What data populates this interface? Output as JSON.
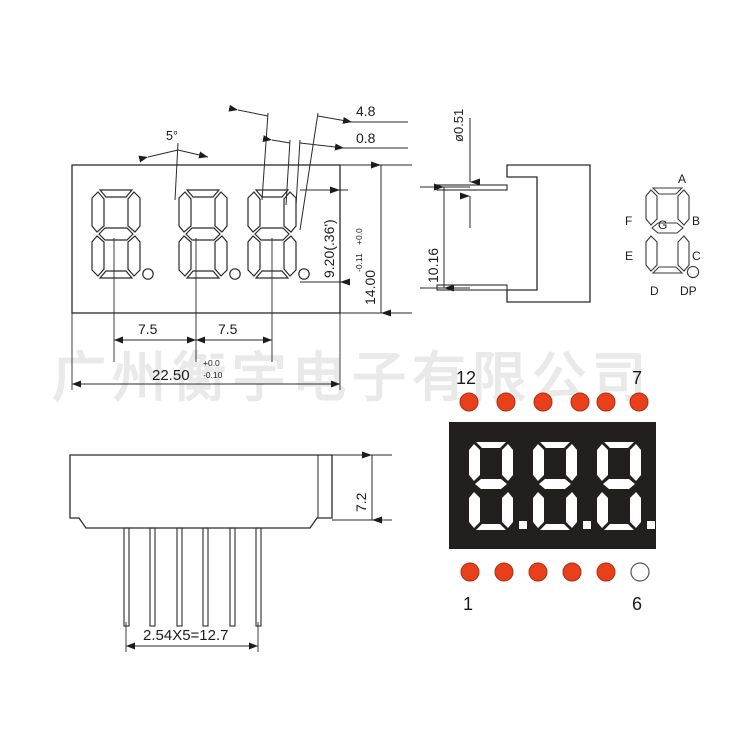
{
  "document": {
    "kind": "mechanical-outline-drawing",
    "subject": "0.36 inch triple-digit 7-segment LED display",
    "watermark": "广州衡宇电子有限公司",
    "background_color": "#ffffff",
    "line_color": "#1c1c1c",
    "led_on_color": "#e8401a",
    "led_off_color": "#ffffff",
    "panel_color": "#231f1e",
    "segment_lit_color": "#ffffff"
  },
  "views": {
    "front": {
      "name": "Front outline view",
      "digit_count": 3,
      "dimensions": {
        "draft_angle": "5°",
        "segment_width_upper": "4.8",
        "segment_width_lower": "0.8",
        "digit_height": "9.20(.36')",
        "body_height": "14.00",
        "body_height_tol_plus": "+0.0",
        "body_height_tol_minus": "-0.11",
        "digit_pitch_1": "7.5",
        "digit_pitch_2": "7.5",
        "body_width": "22.50",
        "body_width_tol_plus": "+0.0",
        "body_width_tol_minus": "-0.10"
      }
    },
    "side_right": {
      "name": "Right side section view",
      "dimensions": {
        "pin_diameter": "ø0.51",
        "pin_span": "10.16"
      }
    },
    "side_bottom": {
      "name": "Bottom side view with leads",
      "pin_count": 6,
      "dimensions": {
        "body_thickness": "7.2",
        "pin_pitch": "2.54X5=12.7"
      }
    },
    "segment_map": {
      "name": "Segment designation diagram",
      "labels": {
        "a": "A",
        "b": "B",
        "c": "C",
        "d": "D",
        "e": "E",
        "f": "F",
        "g": "G",
        "dp": "DP"
      }
    },
    "photo": {
      "name": "Product appearance view",
      "digits": "8.8.8.",
      "top_row_left_pin": "12",
      "top_row_right_pin": "7",
      "bottom_row_left_pin": "1",
      "bottom_row_right_pin": "6",
      "top_row_pins": [
        {
          "index": 12,
          "state": "on"
        },
        {
          "index": 11,
          "state": "on"
        },
        {
          "index": 10,
          "state": "on"
        },
        {
          "index": 9,
          "state": "on"
        },
        {
          "index": 8,
          "state": "on"
        },
        {
          "index": 7,
          "state": "on"
        }
      ],
      "bottom_row_pins": [
        {
          "index": 1,
          "state": "on"
        },
        {
          "index": 2,
          "state": "on"
        },
        {
          "index": 3,
          "state": "on"
        },
        {
          "index": 4,
          "state": "on"
        },
        {
          "index": 5,
          "state": "on"
        },
        {
          "index": 6,
          "state": "off"
        }
      ]
    }
  }
}
